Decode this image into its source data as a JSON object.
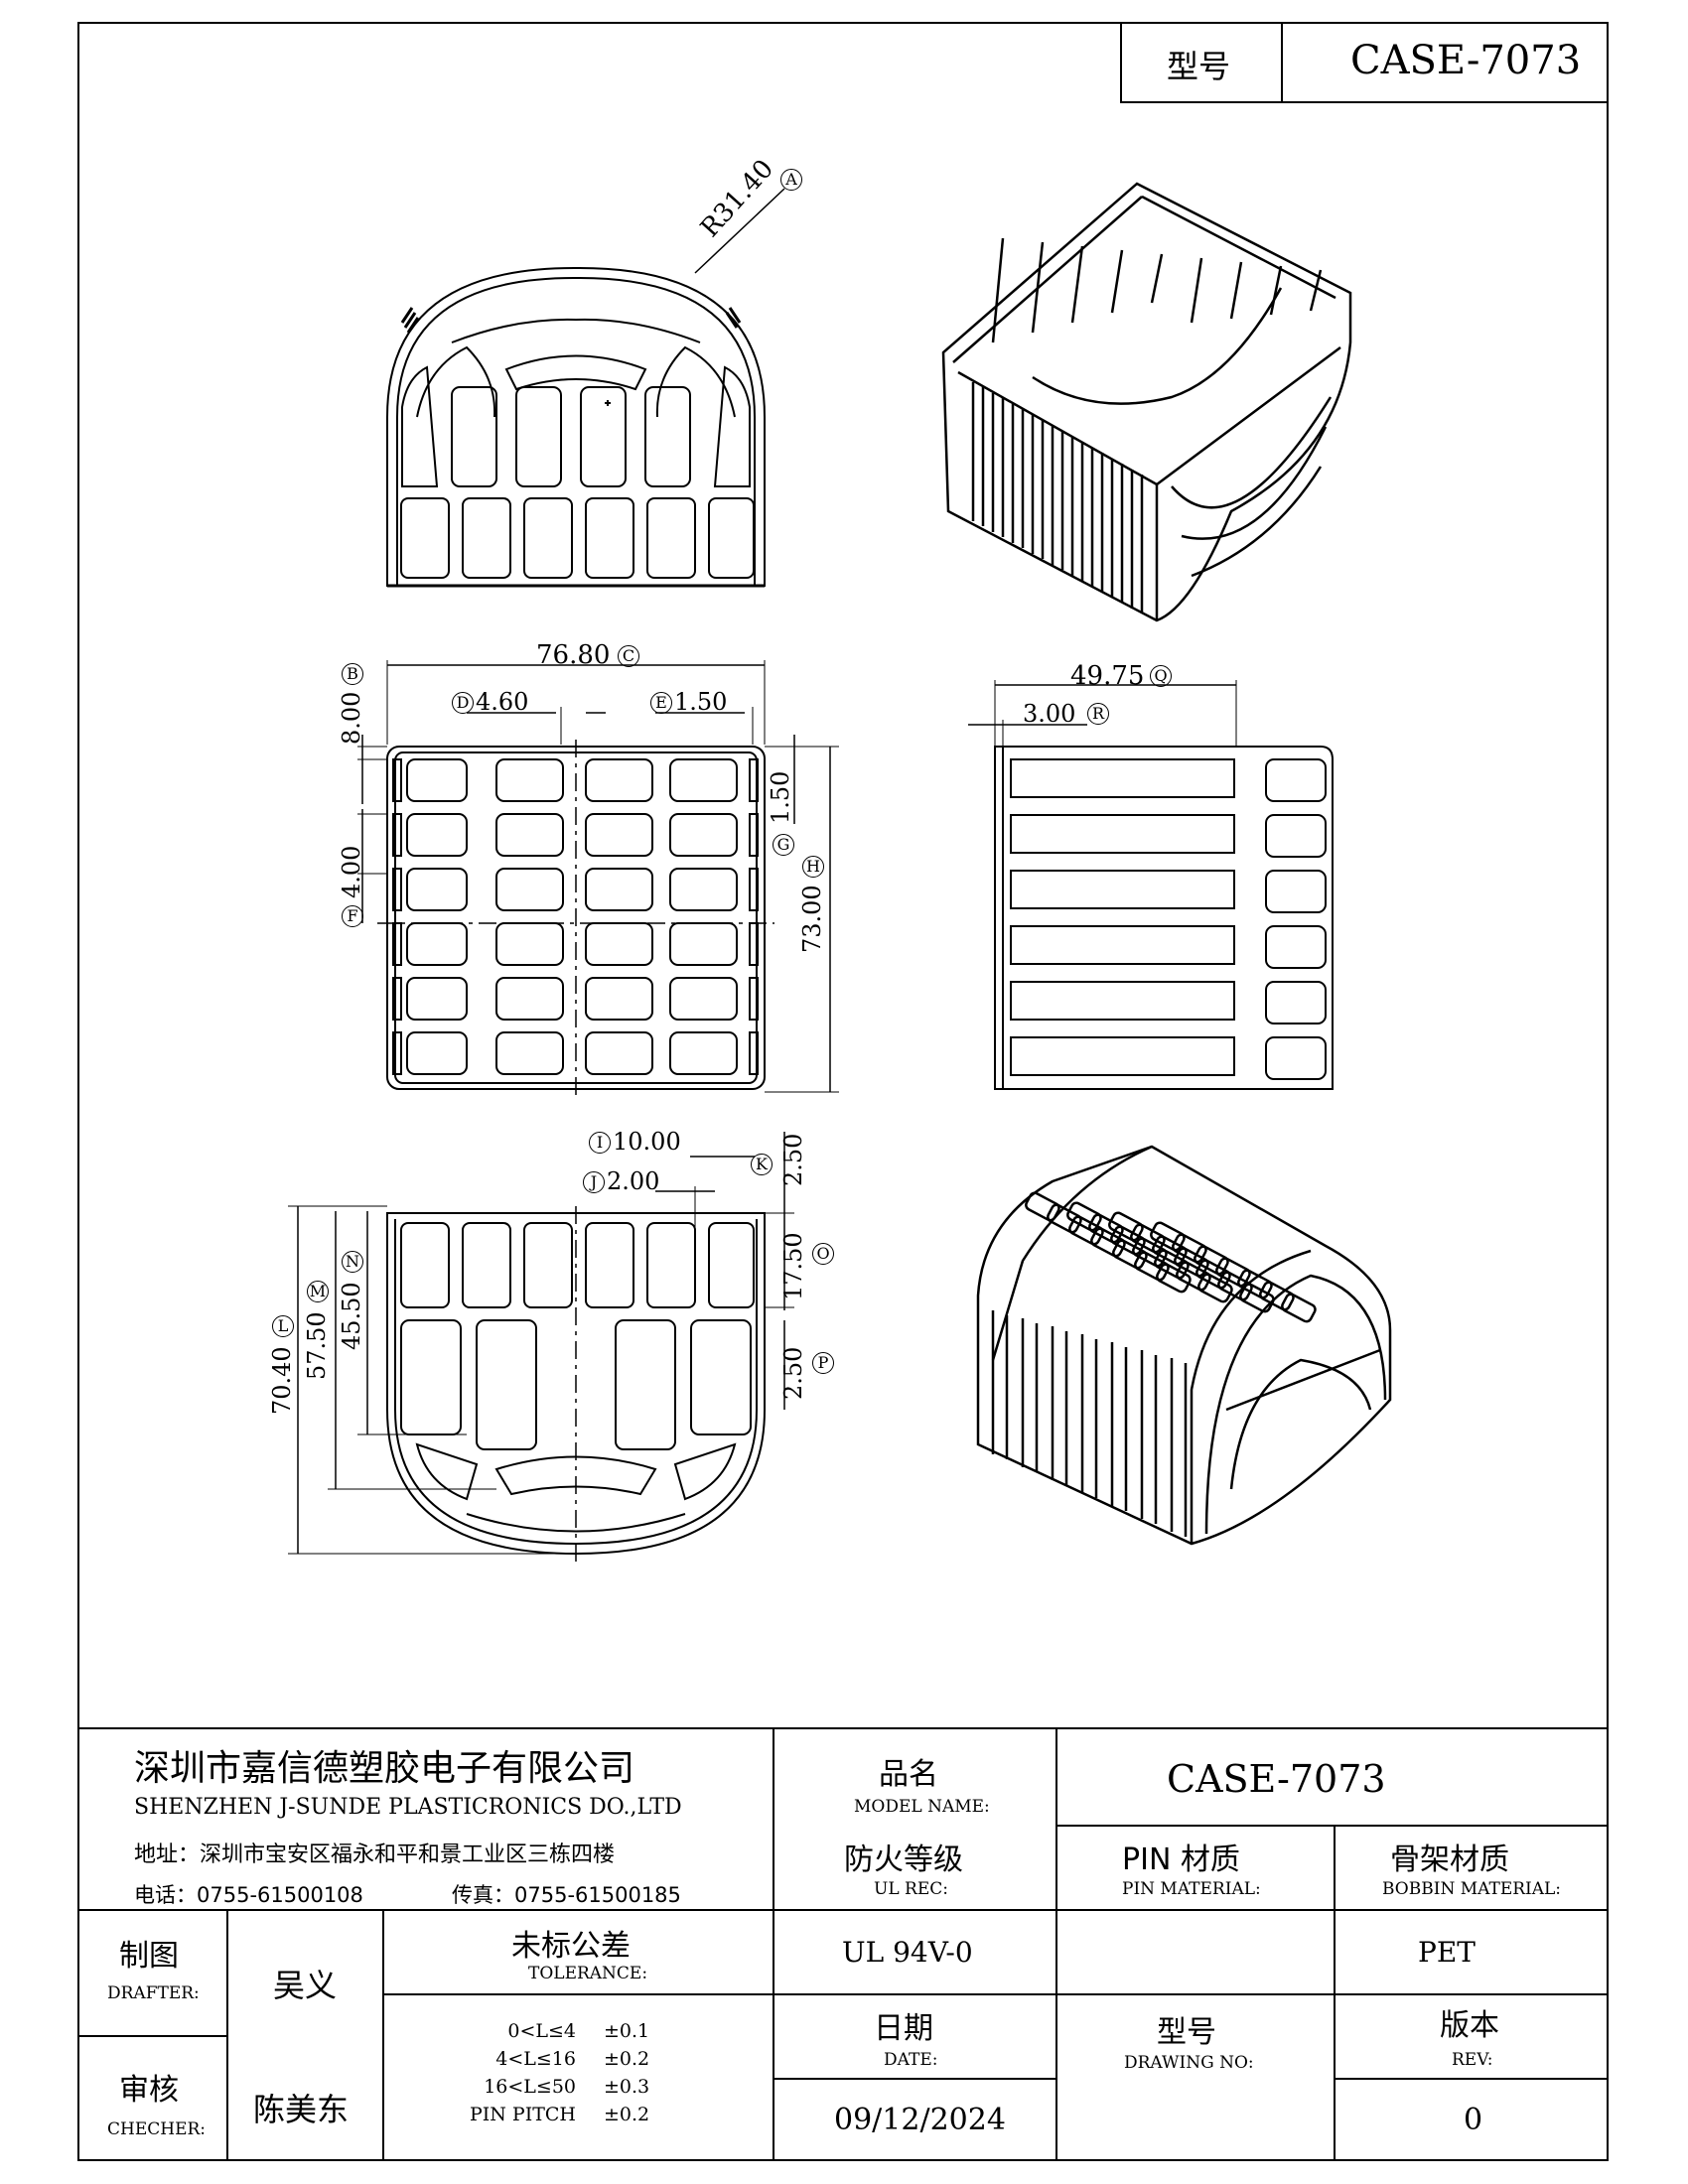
{
  "header": {
    "model_label": "型号",
    "model_value": "CASE-7073"
  },
  "dimensions": {
    "A": "R31.40",
    "C": "76.80",
    "D": "4.60",
    "E": "1.50",
    "B": "8.00",
    "G": "1.50",
    "F": "4.00",
    "H": "73.00",
    "Q": "49.75",
    "R": "3.00",
    "I": "10.00",
    "J": "2.00",
    "K": "2.50",
    "O": "17.50",
    "P": "2.50",
    "L": "70.40",
    "M": "57.50",
    "N": "45.50"
  },
  "dim_markers": [
    "A",
    "B",
    "C",
    "D",
    "E",
    "F",
    "G",
    "H",
    "I",
    "J",
    "K",
    "L",
    "M",
    "N",
    "O",
    "P",
    "Q",
    "R"
  ],
  "title_block": {
    "company_cn": "深圳市嘉信德塑胶电子有限公司",
    "company_en": "SHENZHEN J-SUNDE PLASTICRONICS DO.,LTD",
    "address": "地址：深圳市宝安区福永和平和景工业区三栋四楼",
    "tel": "电话：0755-61500108",
    "fax": "传真：0755-61500185",
    "model_name_cn": "品名",
    "model_name_en": "MODEL NAME:",
    "model_name_value": "CASE-7073",
    "ul_cn": "防火等级",
    "ul_en": "UL REC:",
    "ul_value": "UL 94V-0",
    "pin_cn": "PIN 材质",
    "pin_en": "PIN MATERIAL:",
    "pin_value": "",
    "bobbin_cn": "骨架材质",
    "bobbin_en": "BOBBIN MATERIAL:",
    "bobbin_value": "PET",
    "drafter_cn": "制图",
    "drafter_en": "DRAFTER:",
    "drafter_value": "吴义",
    "checker_cn": "审核",
    "checker_en": "CHECHER:",
    "checker_value": "陈美东",
    "tol_cn": "未标公差",
    "tol_en": "TOLERANCE:",
    "tolerances": [
      {
        "range": "0<L≤4",
        "value": "±0.1"
      },
      {
        "range": "4<L≤16",
        "value": "±0.2"
      },
      {
        "range": "16<L≤50",
        "value": "±0.3"
      },
      {
        "range": "PIN PITCH",
        "value": "±0.2"
      }
    ],
    "date_cn": "日期",
    "date_en": "DATE:",
    "date_value": "09/12/2024",
    "drawing_cn": "型号",
    "drawing_en": "DRAWING NO:",
    "rev_cn": "版本",
    "rev_en": "REV:",
    "rev_value": "0"
  }
}
